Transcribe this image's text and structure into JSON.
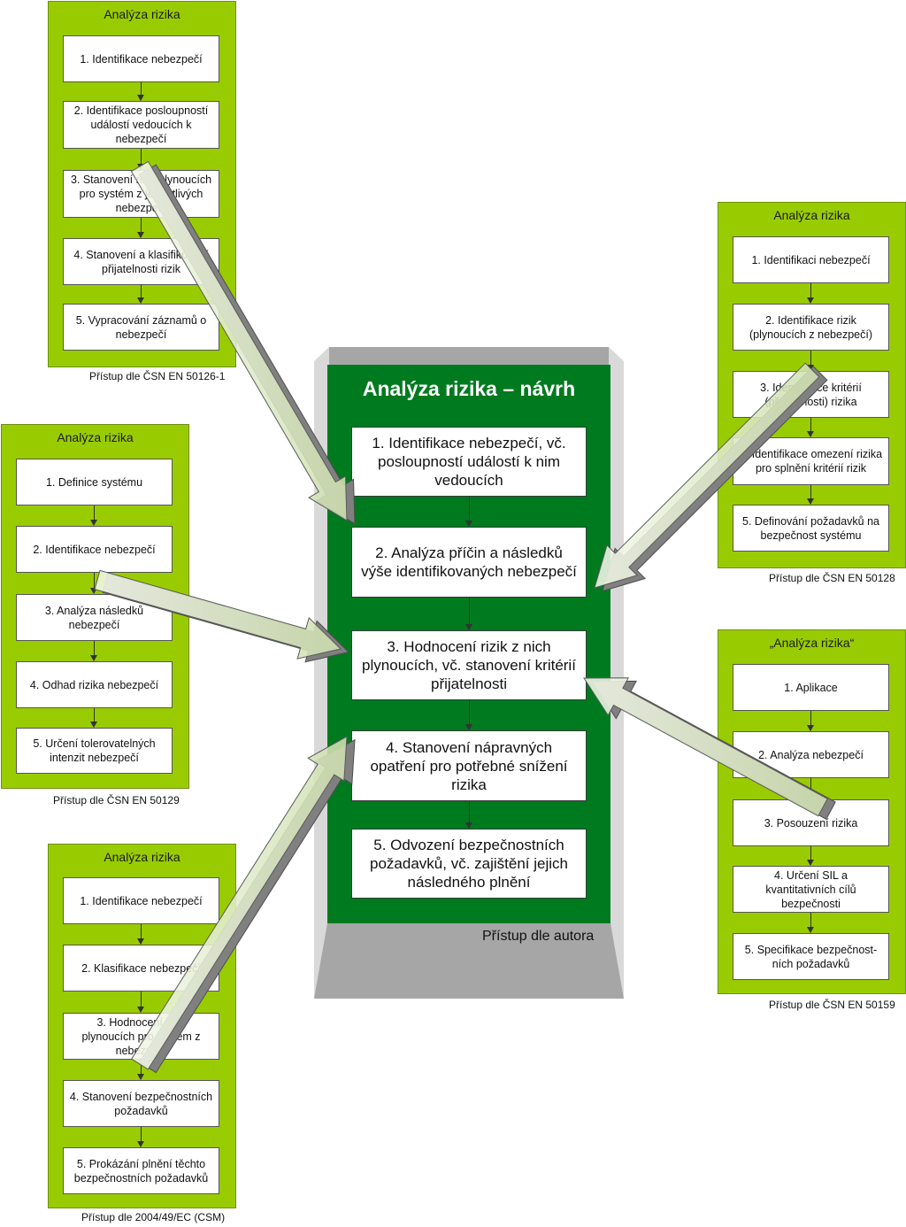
{
  "center": {
    "title": "Analýza rizika – návrh",
    "steps": [
      "1. Identifikace nebezpečí, vč. posloupností událostí k nim vedoucích",
      "2. Analýza příčin a následků výše identifikovaných nebezpečí",
      "3. Hodnocení rizik z nich plynoucích, vč. stanovení kritérií přijatelnosti",
      "4. Stanovení nápravných opatření pro potřebné snížení rizika",
      "5. Odvození bezpečnostních požadavků, vč. zajištění jejich následného plnění"
    ],
    "footer": "Přístup dle autora"
  },
  "panels": {
    "en50126": {
      "title": "Analýza rizika",
      "steps": [
        "1. Identifikace nebezpečí",
        "2. Identifikace posloupností událostí vedoucích k nebezpečí",
        "3. Stanovení rizik plynoucích pro systém z jednotlivých nebezpečí",
        "4. Stanovení a klasifikování přijatelnosti rizik",
        "5. Vypracování záznamů o nebezpečí"
      ],
      "caption": "Přístup dle ČSN EN 50126-1"
    },
    "en50129": {
      "title": "Analýza rizika",
      "steps": [
        "1. Definice systému",
        "2. Identifikace nebezpečí",
        "3. Analýza následků nebezpečí",
        "4. Odhad rizika nebezpečí",
        "5. Určení tolerovatelných intenzit nebezpečí"
      ],
      "caption": "Přístup dle ČSN EN 50129"
    },
    "csm": {
      "title": "Analýza rizika",
      "steps": [
        "1. Identifikace nebezpečí",
        "2. Klasifikace nebezpečí",
        "3. Hodnocení rizik plynoucích pro systém z nebezpečí",
        "4. Stanovení bezpečnostních požadavků",
        "5. Prokázání plnění těchto bezpečnostních požadavků"
      ],
      "caption": "Přístup dle 2004/49/EC (CSM)"
    },
    "en50128": {
      "title": "Analýza rizika",
      "steps": [
        "1. Identifikaci nebezpečí",
        "2. Identifikace rizik (plynoucích z nebezpečí)",
        "3. Identifikace kritérií (přijatelnosti) rizika",
        "4. Identifikace omezení rizika pro splnění kritérií rizik",
        "5. Definování požadavků na bezpečnost systému"
      ],
      "caption": "Přístup dle ČSN EN 50128"
    },
    "en50159": {
      "title": "„Analýza rizika“",
      "steps": [
        "1. Aplikace",
        "2. Analýza nebezpečí",
        "3. Posouzení rizika",
        "4. Určení SIL a kvantitativních cílů bezpečnosti",
        "5. Specifikace bezpečnost-ních požadavků"
      ],
      "caption": "Přístup dle ČSN EN 50159"
    }
  },
  "colors": {
    "panel_green": "#99cc00",
    "center_green": "#007a1f",
    "pedestal_grey": "#a6a6a6",
    "arrow_fill": "#e6efd6",
    "arrow_shadow": "#808080"
  }
}
